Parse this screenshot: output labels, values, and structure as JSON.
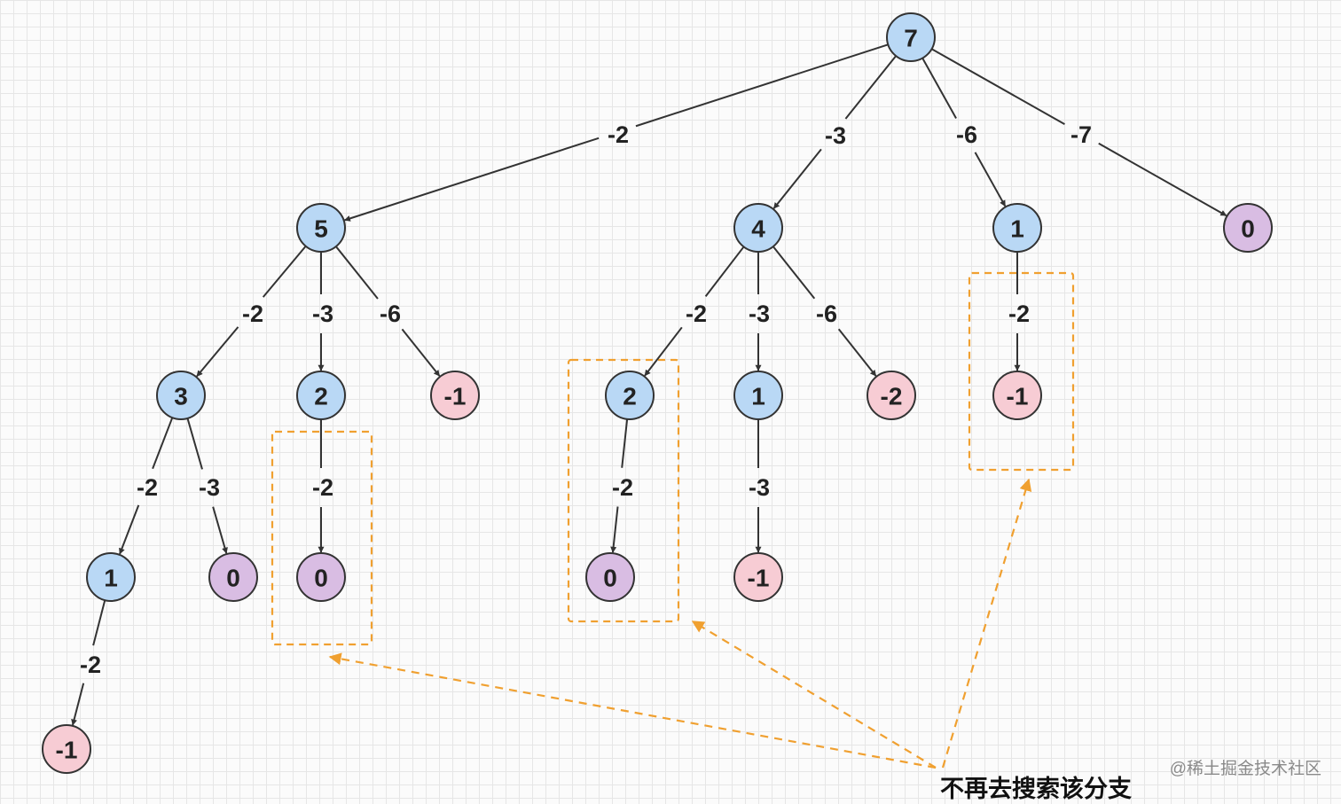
{
  "colors": {
    "blue_fill": "#b9d8f5",
    "pink_fill": "#f7ccd4",
    "purple_fill": "#d9bde3",
    "stroke": "#333333",
    "highlight": "#f0a030"
  },
  "tree": {
    "nodes": [
      {
        "id": "n7",
        "label": "7",
        "kind": "blue"
      },
      {
        "id": "n5",
        "label": "5",
        "kind": "blue"
      },
      {
        "id": "n4",
        "label": "4",
        "kind": "blue"
      },
      {
        "id": "n1a",
        "label": "1",
        "kind": "blue"
      },
      {
        "id": "n0a",
        "label": "0",
        "kind": "purple"
      },
      {
        "id": "n3",
        "label": "3",
        "kind": "blue"
      },
      {
        "id": "n2a",
        "label": "2",
        "kind": "blue"
      },
      {
        "id": "nm1a",
        "label": "-1",
        "kind": "pink"
      },
      {
        "id": "n2b",
        "label": "2",
        "kind": "blue"
      },
      {
        "id": "n1b",
        "label": "1",
        "kind": "blue"
      },
      {
        "id": "nm2",
        "label": "-2",
        "kind": "pink"
      },
      {
        "id": "nm1b",
        "label": "-1",
        "kind": "pink"
      },
      {
        "id": "n1c",
        "label": "1",
        "kind": "blue"
      },
      {
        "id": "n0b",
        "label": "0",
        "kind": "purple"
      },
      {
        "id": "n0c",
        "label": "0",
        "kind": "purple"
      },
      {
        "id": "n0d",
        "label": "0",
        "kind": "purple"
      },
      {
        "id": "nm1c",
        "label": "-1",
        "kind": "pink"
      },
      {
        "id": "nm1d",
        "label": "-1",
        "kind": "pink"
      }
    ],
    "edges": [
      {
        "from": "n7",
        "to": "n5",
        "label": "-2"
      },
      {
        "from": "n7",
        "to": "n4",
        "label": "-3"
      },
      {
        "from": "n7",
        "to": "n1a",
        "label": "-6"
      },
      {
        "from": "n7",
        "to": "n0a",
        "label": "-7"
      },
      {
        "from": "n5",
        "to": "n3",
        "label": "-2"
      },
      {
        "from": "n5",
        "to": "n2a",
        "label": "-3"
      },
      {
        "from": "n5",
        "to": "nm1a",
        "label": "-6"
      },
      {
        "from": "n4",
        "to": "n2b",
        "label": "-2"
      },
      {
        "from": "n4",
        "to": "n1b",
        "label": "-3"
      },
      {
        "from": "n4",
        "to": "nm2",
        "label": "-6"
      },
      {
        "from": "n1a",
        "to": "nm1b",
        "label": "-2"
      },
      {
        "from": "n3",
        "to": "n1c",
        "label": "-2"
      },
      {
        "from": "n3",
        "to": "n0b",
        "label": "-3"
      },
      {
        "from": "n2a",
        "to": "n0c",
        "label": "-2"
      },
      {
        "from": "n2b",
        "to": "n0d",
        "label": "-2"
      },
      {
        "from": "n1b",
        "to": "nm1c",
        "label": "-3"
      },
      {
        "from": "n1c",
        "to": "nm1d",
        "label": "-2"
      }
    ]
  },
  "annotation": {
    "note": "不再去搜索该分支"
  },
  "watermark": "@稀土掘金技术社区"
}
